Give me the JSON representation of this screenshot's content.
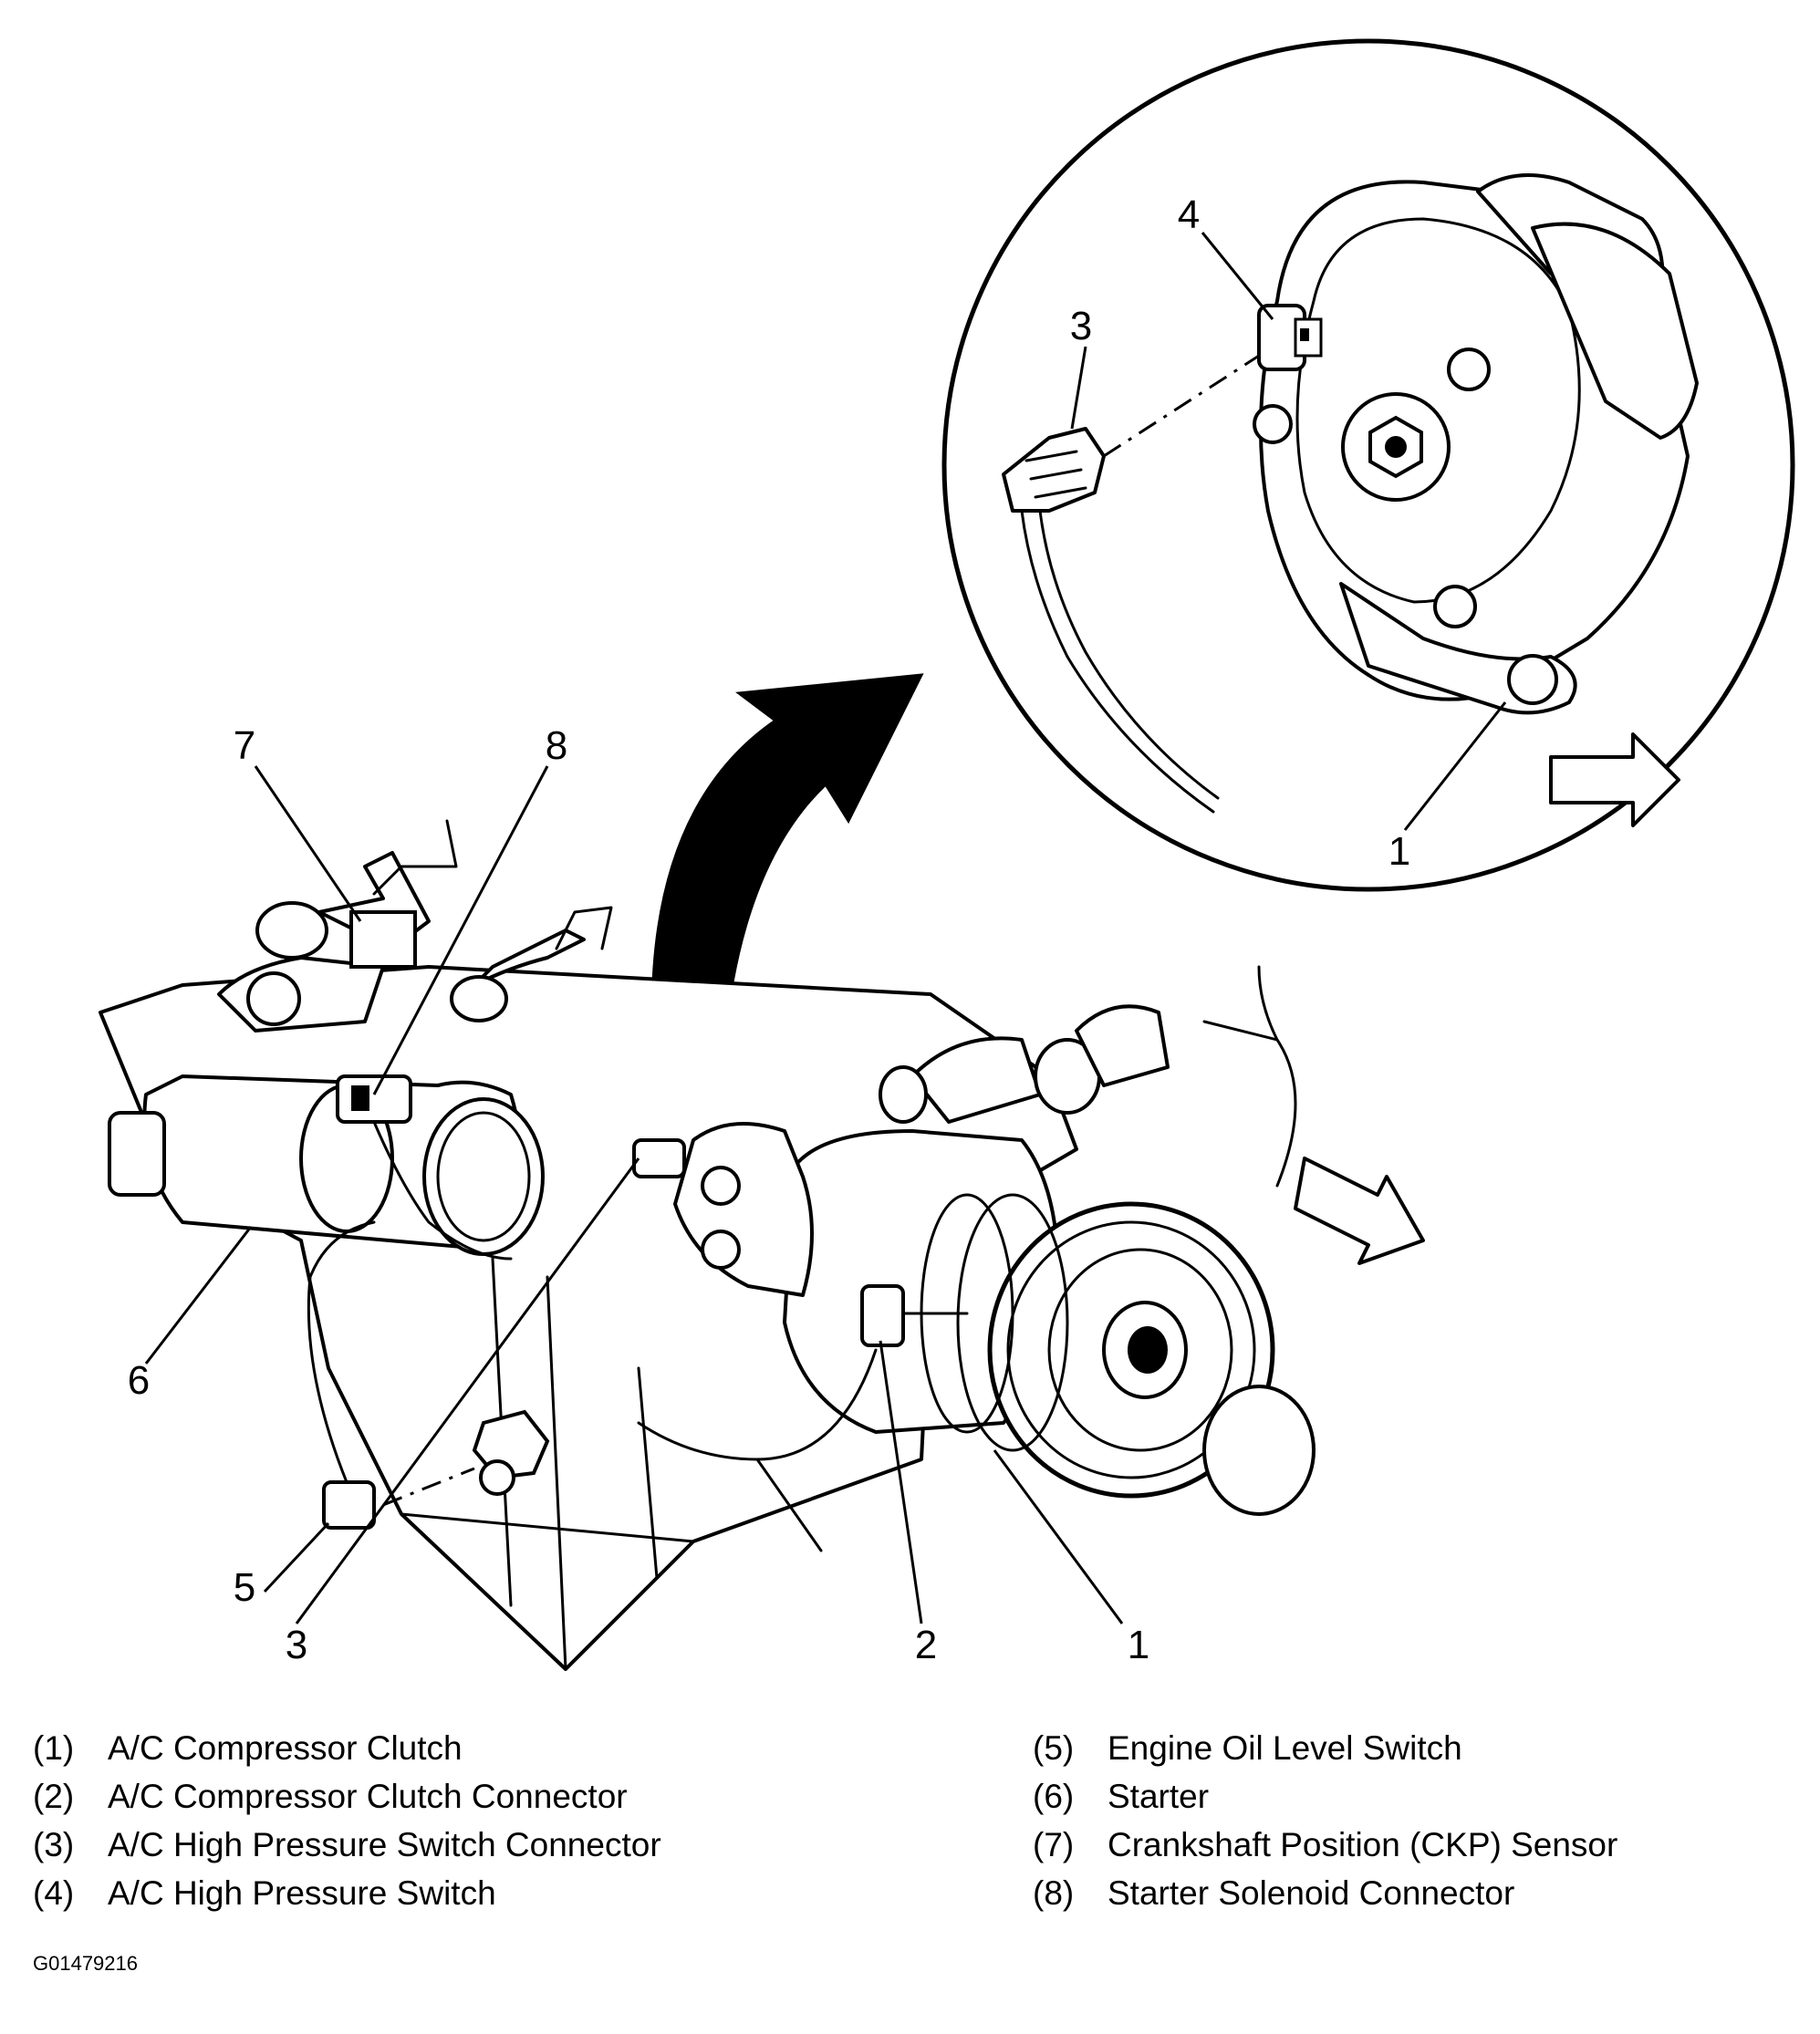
{
  "figure_id": "G01479216",
  "callouts": {
    "detail_4": "4",
    "detail_3": "3",
    "detail_1": "1",
    "main_7": "7",
    "main_8": "8",
    "main_6": "6",
    "main_5": "5",
    "main_3": "3",
    "main_2": "2",
    "main_1": "1"
  },
  "legend": {
    "left": [
      {
        "num": "(1)",
        "label": "A/C Compressor Clutch"
      },
      {
        "num": "(2)",
        "label": "A/C Compressor Clutch Connector"
      },
      {
        "num": "(3)",
        "label": "A/C High Pressure Switch Connector"
      },
      {
        "num": "(4)",
        "label": "A/C High Pressure Switch"
      }
    ],
    "right": [
      {
        "num": "(5)",
        "label": "Engine Oil Level Switch"
      },
      {
        "num": "(6)",
        "label": "Starter"
      },
      {
        "num": "(7)",
        "label": "Crankshaft Position (CKP) Sensor"
      },
      {
        "num": "(8)",
        "label": "Starter Solenoid Connector"
      }
    ]
  }
}
